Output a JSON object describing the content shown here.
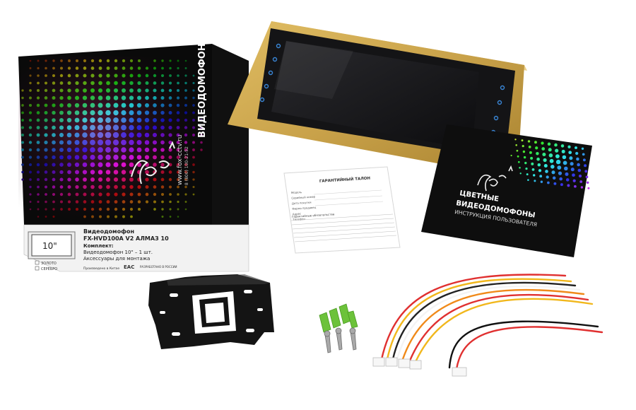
{
  "box": {
    "brand_vertical": "ВИДЕОДОМОФОН",
    "website": "www.fox-cctv.ru",
    "phone": "8 (800) 100-21-52",
    "logo_text": "fox",
    "label_title": "Видеодомофон",
    "label_model": "FX-HVD100A V2 АЛМАЗ 10",
    "label_kit": "Комплект:",
    "label_line1": "Видеодомофон 10\" – 1 шт.",
    "label_line2": "Аксессуары для монтажа",
    "screen_size": "10\"",
    "color_gold": "ЗОЛОТО",
    "color_silver": "СЕРЕБРО",
    "made_in": "Произведено в Китае",
    "developed": "РАЗРАБОТАНО В РОССИИ",
    "eac": "EAC"
  },
  "warranty": {
    "title": "ГАРАНТИЙНЫЙ ТАЛОН",
    "rows": [
      "Модель",
      "Серийный номер",
      "Дата покупки",
      "Фирма продавец",
      "Адрес",
      "Телефон"
    ],
    "section": "Гарантийные обязательства"
  },
  "manual": {
    "title_line1": "ЦВЕТНЫЕ",
    "title_line2": "ВИДЕОДОМОФОНЫ",
    "subtitle": "ИНСТРУКЦИЯ ПОЛЬЗОВАТЕЛЯ"
  },
  "colors": {
    "frame_gold": "#c9a24a",
    "screen": "#121214",
    "bracket": "#151515",
    "plug": "#6cc23a"
  }
}
